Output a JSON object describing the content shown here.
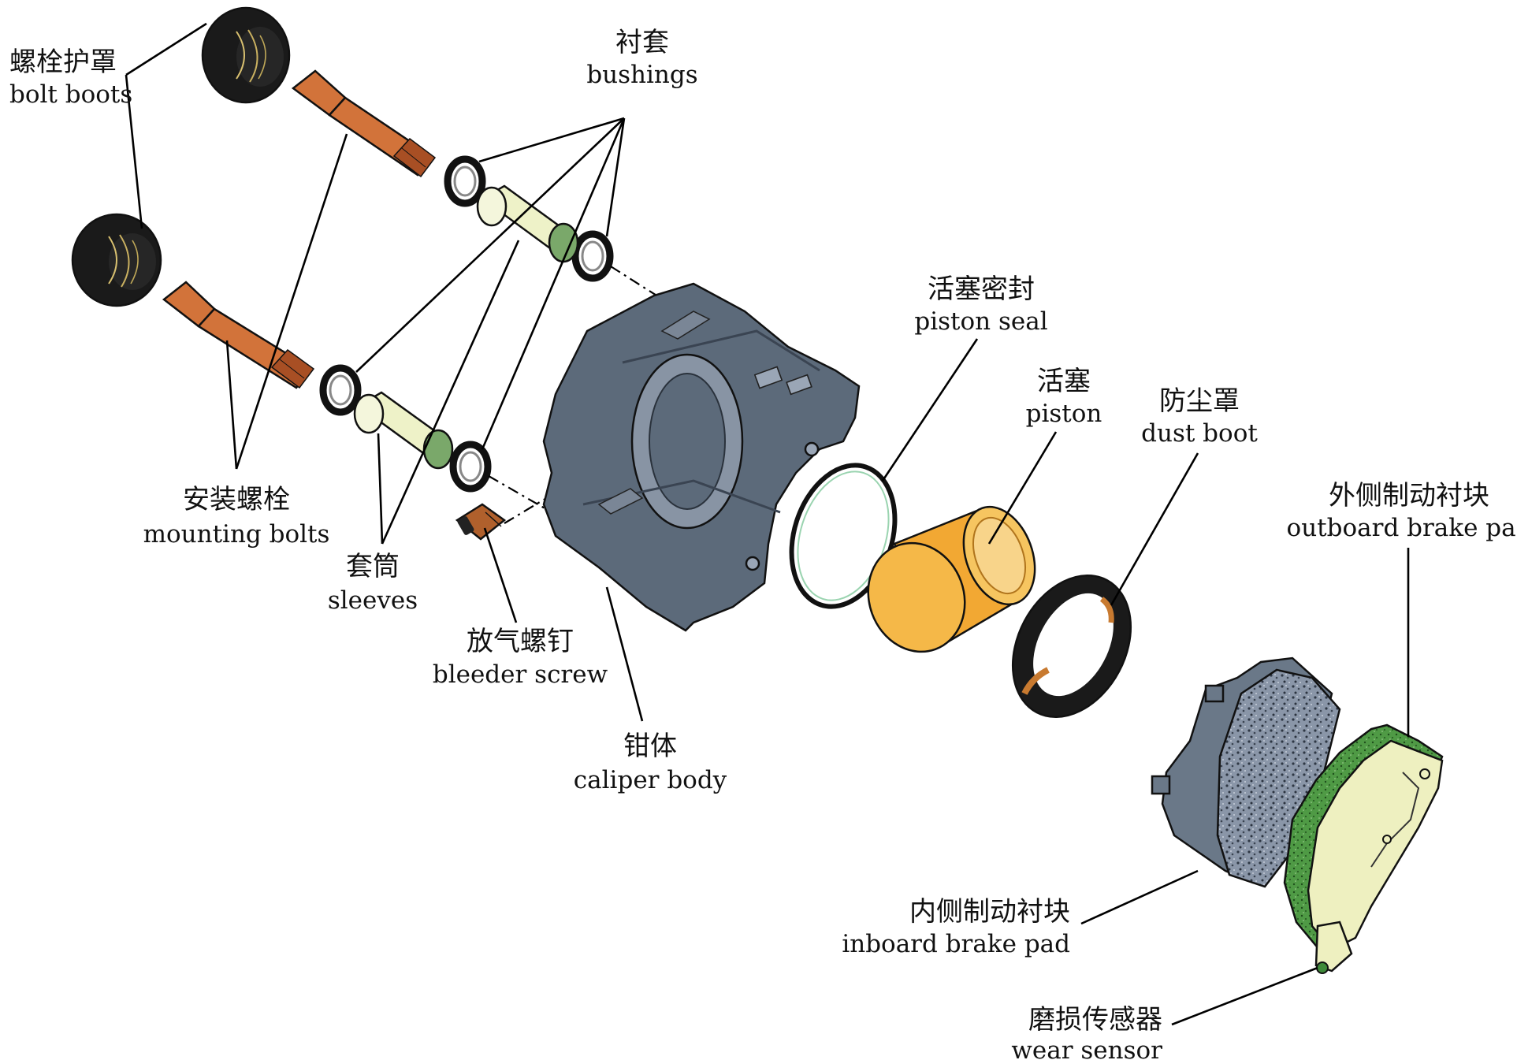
{
  "labels": {
    "bolt_boots": {
      "zh": "螺栓护罩",
      "en": "bolt boots"
    },
    "bushings": {
      "zh": "衬套",
      "en": "bushings"
    },
    "mounting_bolts": {
      "zh": "安装螺栓",
      "en": "mounting bolts"
    },
    "sleeves": {
      "zh": "套筒",
      "en": "sleeves"
    },
    "bleeder_screw": {
      "zh": "放气螺钉",
      "en": "bleeder screw"
    },
    "caliper_body": {
      "zh": "钳体",
      "en": "caliper body"
    },
    "piston_seal": {
      "zh": "活塞密封",
      "en": "piston seal"
    },
    "piston": {
      "zh": "活塞",
      "en": "piston"
    },
    "dust_boot": {
      "zh": "防尘罩",
      "en": "dust boot"
    },
    "outboard_brake_pad": {
      "zh": "外侧制动衬块",
      "en": "outboard brake pad"
    },
    "inboard_brake_pad": {
      "zh": "内侧制动衬块",
      "en": "inboard brake pad"
    },
    "wear_sensor": {
      "zh": "磨损传感器",
      "en": "wear sensor"
    }
  },
  "colors": {
    "bolt": "#d2733a",
    "sleeve": "#eef2c8",
    "caliper": "#5c6a7a",
    "piston": "#f2a833",
    "boot": "#1a1a1a",
    "pad_backing": "#6a7888",
    "pad_outboard": "#eef0c0",
    "pad_friction": "#3f8a3a"
  }
}
